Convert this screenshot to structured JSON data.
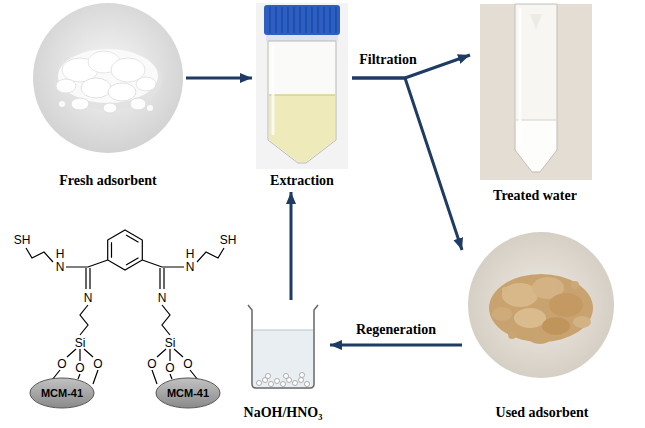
{
  "diagram": {
    "nodes": [
      {
        "text": [
          "Fresh adsorbent"
        ]
      },
      {
        "text": [
          "Extraction"
        ]
      },
      {
        "text": [
          "Treated water"
        ]
      },
      {
        "text": [
          "Used adsorbent"
        ]
      },
      {
        "text": [
          "NaOH/HNO₃"
        ]
      },
      {
        "text": [
          "MCM-41"
        ]
      },
      {
        "text": [
          "MCM-41"
        ]
      }
    ],
    "edges": [
      {
        "from": 0,
        "to": 1,
        "arrow": "to"
      },
      {
        "from": 1,
        "to": 2,
        "label": "Filtration",
        "arrow": "to"
      },
      {
        "from": 1,
        "to": 3,
        "arrow": "to"
      },
      {
        "from": 3,
        "to": 4,
        "label": "Regeneration",
        "arrow": "to"
      },
      {
        "from": 4,
        "to": 1,
        "arrow": "to"
      }
    ],
    "labels": [
      "SH",
      "SH",
      "H",
      "H",
      "N",
      "N",
      "N",
      "N",
      "Si",
      "Si",
      "O",
      "O",
      "O",
      "O",
      "O",
      "O"
    ]
  }
}
